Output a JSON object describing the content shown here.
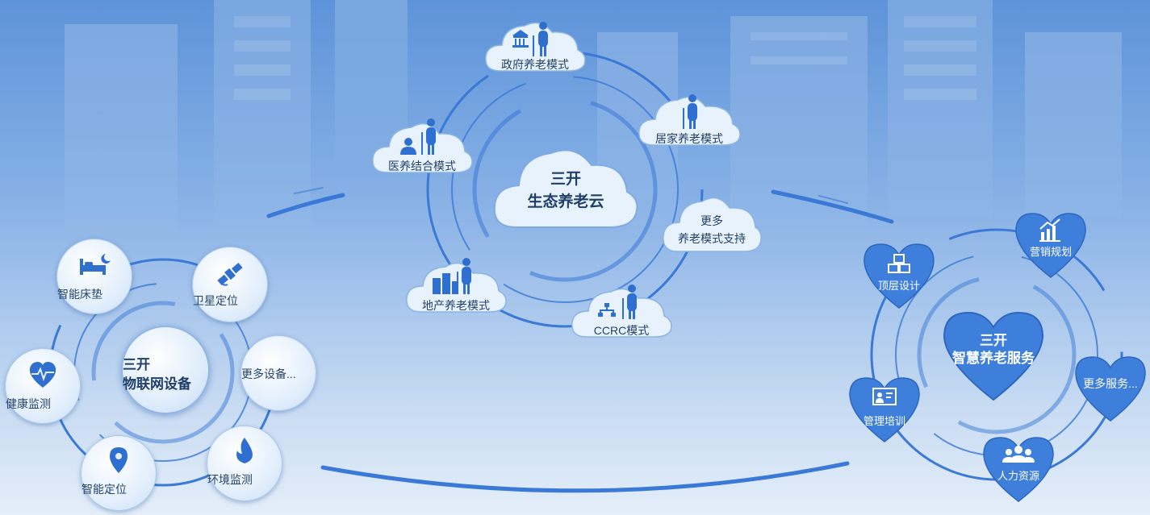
{
  "cloud_hub": {
    "line1": "三开",
    "line2": "生态养老云",
    "nodes": [
      {
        "label": "政府养老模式",
        "icon": "government-building-icon"
      },
      {
        "label": "居家养老模式",
        "icon": "elderly-person-icon"
      },
      {
        "label_line1": "更多",
        "label_line2": "养老模式支持"
      },
      {
        "label": "CCRC模式",
        "icon": "org-chart-icon"
      },
      {
        "label": "地产养老模式",
        "icon": "buildings-icon"
      },
      {
        "label": "医养结合模式",
        "icon": "doctor-icon"
      }
    ]
  },
  "iot_hub": {
    "line1": "三开",
    "line2": "物联网设备",
    "nodes": [
      {
        "label": "智能床垫",
        "icon": "bed-moon-icon"
      },
      {
        "label": "卫星定位",
        "icon": "satellite-icon"
      },
      {
        "label": "更多设备..."
      },
      {
        "label": "环境监测",
        "icon": "flame-icon"
      },
      {
        "label": "智能定位",
        "icon": "location-pin-icon"
      },
      {
        "label": "健康监测",
        "icon": "heart-pulse-icon"
      }
    ]
  },
  "service_hub": {
    "line1": "三开",
    "line2": "智慧养老服务",
    "nodes": [
      {
        "label": "顶层设计",
        "icon": "cubes-icon"
      },
      {
        "label": "营销规划",
        "icon": "bar-chart-icon"
      },
      {
        "label": "更多服务..."
      },
      {
        "label": "人力资源",
        "icon": "people-icon"
      },
      {
        "label": "管理培训",
        "icon": "presentation-icon"
      }
    ]
  },
  "colors": {
    "accent_blue": "#2f6fd0",
    "heart_blue": "#3f7fdc",
    "bubble_text": "#26456d"
  }
}
